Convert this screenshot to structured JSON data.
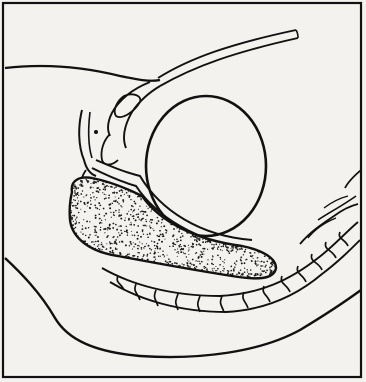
{
  "figure": {
    "ink_color": "#111111",
    "paper_color": "#f4f2ef",
    "stipple_color": "#1a1a1a",
    "structures": [
      "body-outline",
      "upper-contour",
      "tube-structure",
      "large-oval-organ",
      "upper-lobe",
      "stippled-mass",
      "vertebral-column"
    ]
  }
}
